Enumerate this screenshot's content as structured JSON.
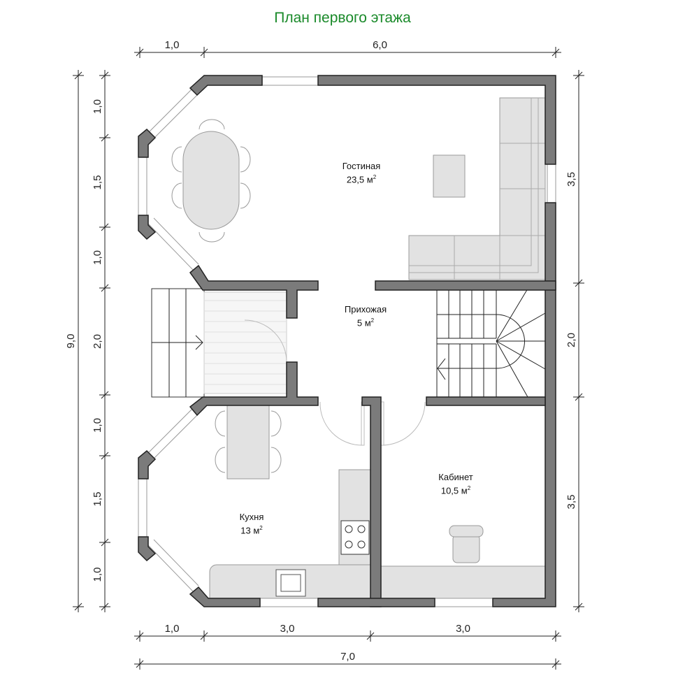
{
  "title": "План первого этажа",
  "rooms": [
    {
      "name": "Гостиная",
      "area": "23,5 м",
      "sup": "2"
    },
    {
      "name": "Прихожая",
      "area": "5 м",
      "sup": "2"
    },
    {
      "name": "Кабинет",
      "area": "10,5 м",
      "sup": "2"
    },
    {
      "name": "Кухня",
      "area": "13 м",
      "sup": "2"
    }
  ],
  "dimensions": {
    "top": [
      "1,0",
      "6,0"
    ],
    "bottom": [
      "1,0",
      "3,0",
      "3,0"
    ],
    "bottom_total": "7,0",
    "left": [
      "1,0",
      "1,5",
      "1,0",
      "2,0",
      "1,0",
      "1,5",
      "1,0"
    ],
    "left_total": "9,0",
    "right": [
      "3,5",
      "2,0",
      "3,5"
    ]
  }
}
